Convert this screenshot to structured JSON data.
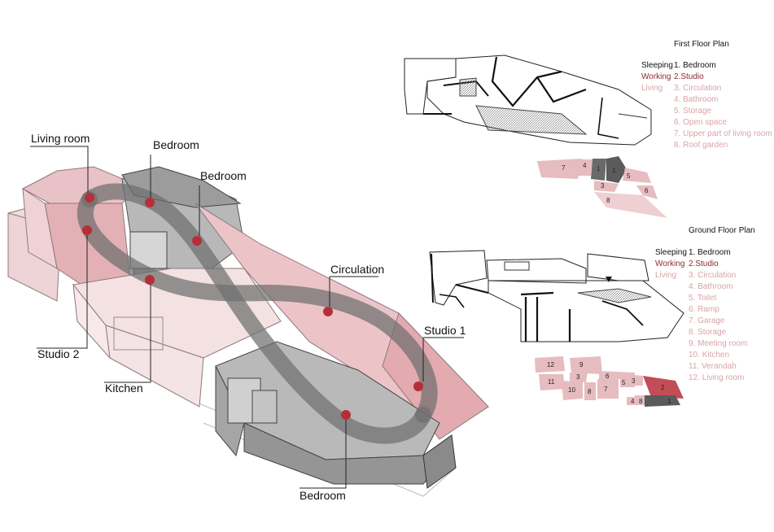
{
  "axon": {
    "labels": {
      "living_room": "Living room",
      "bedroom_1": "Bedroom",
      "bedroom_2": "Bedroom",
      "circulation": "Circulation",
      "studio_1": "Studio 1",
      "studio_2": "Studio 2",
      "kitchen": "Kitchen",
      "bedroom_3": "Bedroom"
    }
  },
  "first_floor": {
    "title": "First Floor Plan",
    "zone_sleeping": "Sleeping",
    "zone_working": "Working",
    "zone_living": "Living",
    "rooms": [
      "1. Bedroom",
      "2.Studio",
      "3. Circulation",
      "4. Bathroom",
      "5. Storage",
      "6. Open space",
      "7. Upper part of living room",
      "8. Roof garden"
    ],
    "block_numbers": [
      "7",
      "4",
      "1",
      "1",
      "5",
      "3",
      "6",
      "8"
    ]
  },
  "ground_floor": {
    "title": "Ground Floor Plan",
    "zone_sleeping": "Sleeping",
    "zone_working": "Working",
    "zone_living": "Living",
    "rooms": [
      "1. Bedroom",
      "2.Studio",
      "3. Circulation",
      "4. Bathroom",
      "5. Toilet",
      "6. Ramp",
      "7. Garage",
      "8. Storage",
      "9. Meeting room",
      "10. Kitchen",
      "11. Verandah",
      "12. Living room"
    ],
    "block_numbers": [
      "12",
      "9",
      "3",
      "11",
      "10",
      "8",
      "7",
      "6",
      "5",
      "3",
      "2",
      "4",
      "8",
      "1"
    ]
  },
  "colors": {
    "sleeping": "#111111",
    "working": "#8c2a32",
    "living": "#d9a3a8",
    "node": "#b52f38",
    "loop": "#6f6f6f"
  }
}
